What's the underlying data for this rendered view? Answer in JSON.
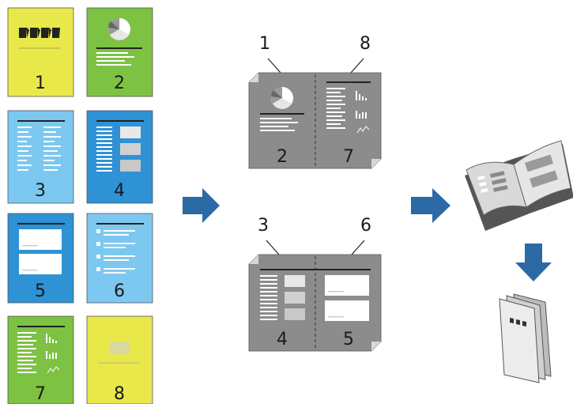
{
  "source_pages": [
    {
      "number": "1",
      "color": "#e8e84a"
    },
    {
      "number": "2",
      "color": "#7dc243"
    },
    {
      "number": "3",
      "color": "#7cc8f0"
    },
    {
      "number": "4",
      "color": "#2e92d4"
    },
    {
      "number": "5",
      "color": "#2e92d4"
    },
    {
      "number": "6",
      "color": "#7cc8f0"
    },
    {
      "number": "7",
      "color": "#7dc243"
    },
    {
      "number": "8",
      "color": "#e8e84a"
    }
  ],
  "sheet_top": {
    "left_callout": "1",
    "right_callout": "8",
    "left_page": "2",
    "right_page": "7"
  },
  "sheet_bottom": {
    "left_callout": "3",
    "right_callout": "6",
    "left_page": "4",
    "right_page": "5"
  },
  "colors": {
    "arrow": "#2c6aa6",
    "sheet": "#8c8c8c",
    "sheet_dark": "#5a5a5a"
  },
  "icons": [
    "arrow-right-icon",
    "arrow-down-icon",
    "open-booklet-icon",
    "closed-booklet-icon"
  ]
}
